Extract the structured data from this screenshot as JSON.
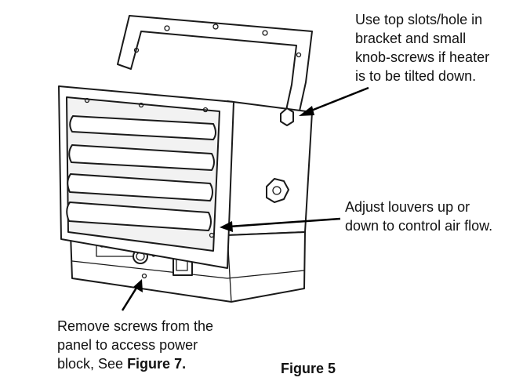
{
  "callouts": {
    "bracket": {
      "lines": [
        "Use top slots/hole in",
        "bracket and small",
        "knob-screws if heater",
        "is to be tilted down."
      ]
    },
    "louvers": {
      "lines": [
        "Adjust louvers up or",
        "down to control air flow."
      ]
    },
    "panel": {
      "line1": "Remove screws from the",
      "line2": "panel to access power",
      "line3_prefix": "block, See ",
      "line3_ref": "Figure 7."
    }
  },
  "figure_caption": "Figure 5",
  "icons": {
    "control_knob": "thermostat-knob-icon",
    "power_switch": "rocker-switch-icon",
    "bracket_knob": "knob-screw-icon"
  }
}
